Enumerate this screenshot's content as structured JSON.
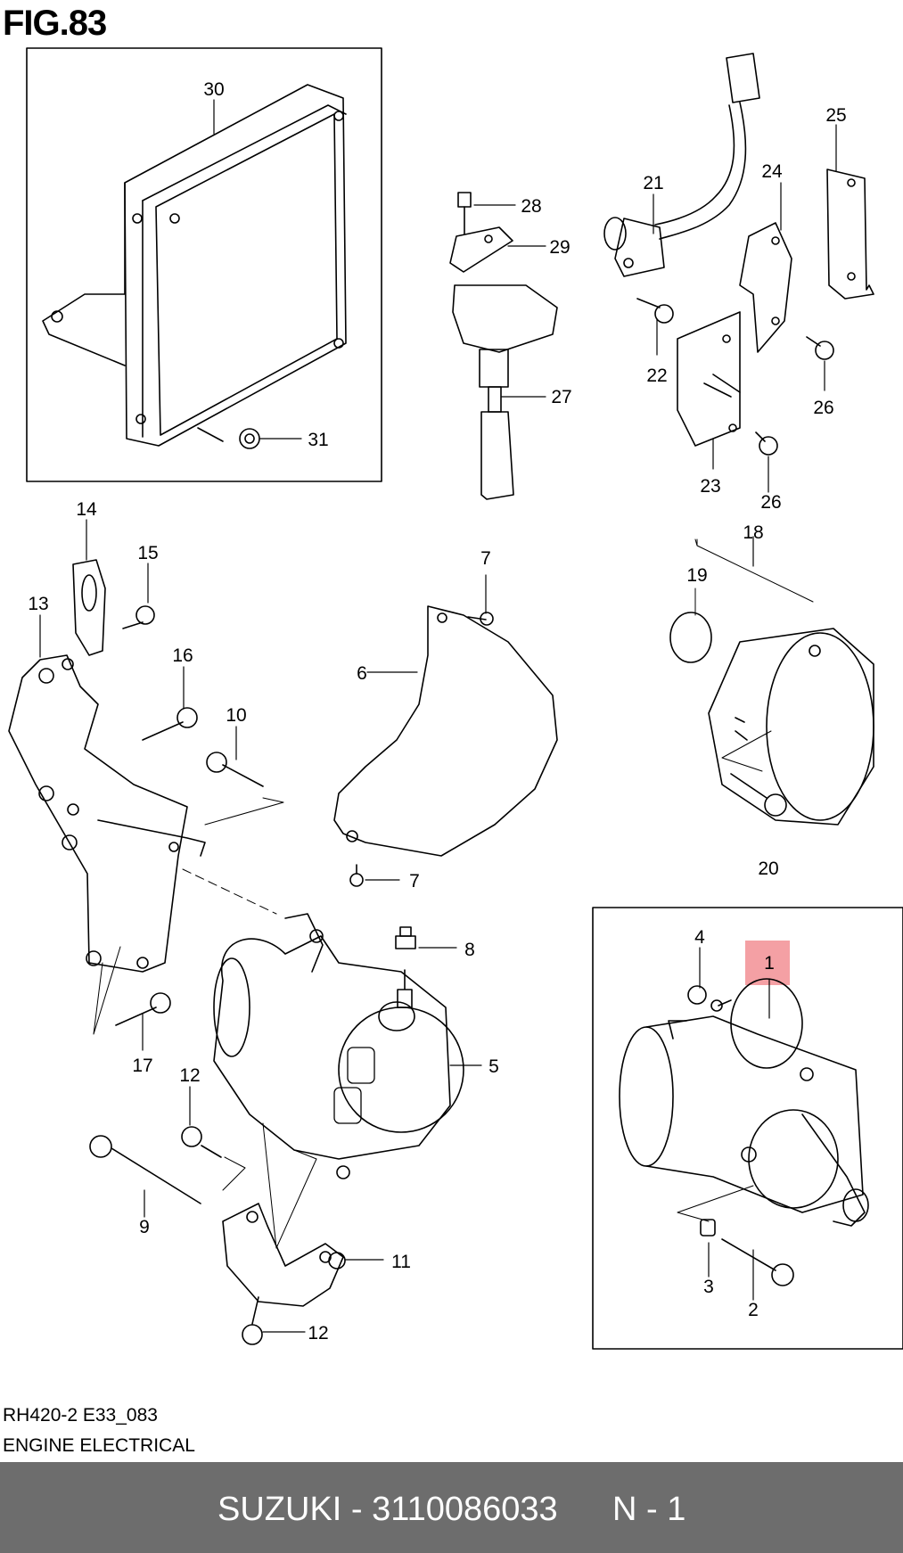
{
  "figure": {
    "title": "FIG.83",
    "code": "RH420-2 E33_083",
    "section": "ENGINE ELECTRICAL"
  },
  "callouts": [
    "30",
    "31",
    "28",
    "29",
    "27",
    "21",
    "24",
    "25",
    "22",
    "26",
    "26",
    "23",
    "14",
    "15",
    "13",
    "16",
    "10",
    "7",
    "6",
    "7",
    "18",
    "19",
    "20",
    "8",
    "5",
    "17",
    "12",
    "9",
    "12",
    "11",
    "4",
    "1",
    "3",
    "2"
  ],
  "highlight": {
    "part": "1",
    "color": "#f4a0a4"
  },
  "footer": {
    "part_label": "SUZUKI - 3110086033",
    "qty_label": "N - 1",
    "background": "#6d6d6d"
  }
}
